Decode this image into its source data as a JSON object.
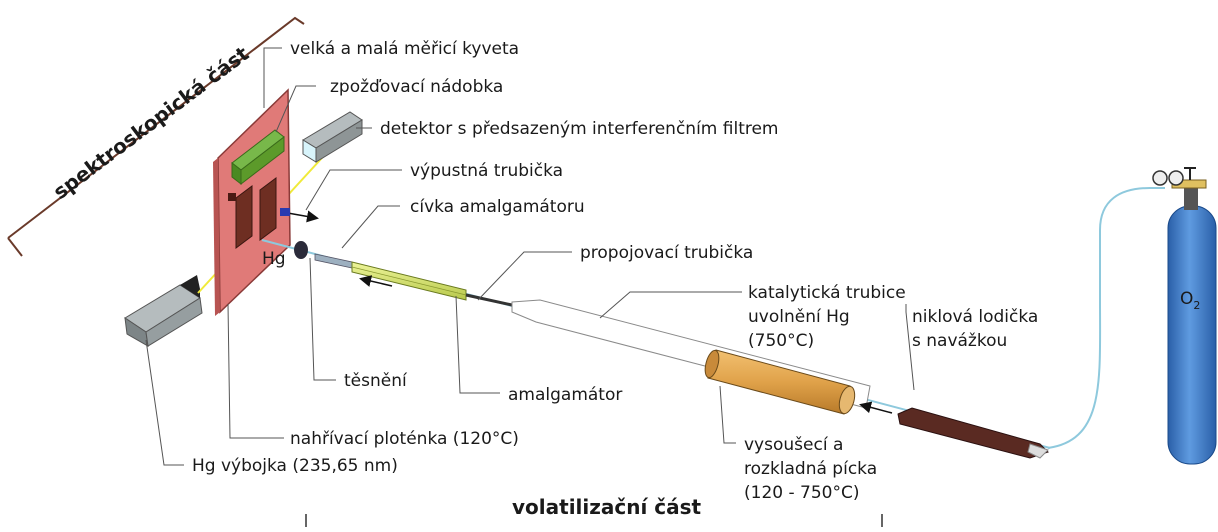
{
  "sections": {
    "spectroscopic": "spektroskopická část",
    "volatilization": "volatilizační část"
  },
  "labels": {
    "cuvette": "velká a malá měřicí kyveta",
    "delay_vessel": "zpožďovací nádobka",
    "detector": "detektor s předsazeným interferenčním filtrem",
    "outlet_tube": "výpustná trubička",
    "amalgamator_coil": "cívka amalgamátoru",
    "hg": "Hg",
    "connecting_tube": "propojovací trubička",
    "catalytic_tube_1": "katalytická trubice",
    "catalytic_tube_2": "uvolnění Hg",
    "catalytic_tube_3": "(750°C)",
    "nickel_boat_1": "niklová lodička",
    "nickel_boat_2": "s navážkou",
    "seal": "těsnění",
    "amalgamator": "amalgamátor",
    "heating_plate": "nahřívací ploténka (120°C)",
    "hg_lamp": "Hg výbojka (235,65 nm)",
    "furnace_1": "vysoušecí a",
    "furnace_2": "rozkladná pícka",
    "furnace_3": "(120 - 750°C)",
    "o2": "O",
    "o2_sub": "2"
  },
  "colors": {
    "heating_plate": "#e07a78",
    "delay_vessel": "#5c9a2a",
    "cuvette": "#6e2e22",
    "amalgamator": "#d6e56a",
    "furnace": "#e0a24a",
    "boat": "#5a2a22",
    "o2_cylinder": "#3b78c4",
    "tube_line": "#8ec9dd",
    "lamp": "#8e9596"
  }
}
